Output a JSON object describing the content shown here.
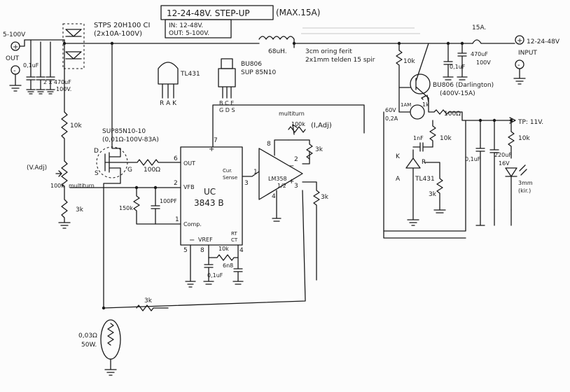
{
  "title": "12-24-48V. STEP-UP",
  "max_current": "(MAX.15A)",
  "specs": {
    "input": "IN: 12-48V.",
    "output": "OUT: 5-100V."
  },
  "diode": {
    "part": "STPS 20H100 CI",
    "spec": "(2x10A-100V)"
  },
  "inductor": {
    "value": "68uH.",
    "note_line1": "3cm oring ferit",
    "note_line2": "2x1mm telden 15 spir"
  },
  "fuse": {
    "value": "15A."
  },
  "input_terminal": {
    "label_line1": "12-24-48V",
    "label_line2": "INPUT",
    "plus": "+",
    "minus": "-"
  },
  "output_terminal": {
    "voltage": "5-100V",
    "label": "OUT",
    "plus": "+",
    "minus": "-"
  },
  "pinout": {
    "tl431_label": "TL431",
    "tl431_pins": "R A K",
    "bu806_label": "BU806",
    "sup_label": "SUP 85N10",
    "bu806_pins": "B C E",
    "sup_pins": "G D S"
  },
  "out_caps": {
    "c1": "0,1uF",
    "c2": "2 x 470uF",
    "c2_voltage": "100V."
  },
  "in_caps": {
    "c1": "0,1uF",
    "c2": "470uF",
    "c2_voltage": "100V"
  },
  "mosfet": {
    "part": "SUP85N10-10",
    "spec": "(0,01Ω-100V-83A)",
    "d": "D",
    "g": "G",
    "s": "S"
  },
  "resistors": {
    "r_10k_fb": "10k",
    "r_3k_fb": "3k",
    "r_100_gate": "100Ω",
    "r_150k": "150k",
    "r_10k_osc": "10k",
    "r_3k_cs": "3k",
    "r_3k_sense": "3k",
    "r_3k_opamp": "3k",
    "r_10k_bu": "10k",
    "r_1k": "1k",
    "r_100_e": "100Ω",
    "r_10k_k": "10k",
    "r_3k_tl": "3k",
    "r_10k_tp": "10k",
    "r_100k_pot": "100k"
  },
  "v_adj": {
    "label": "(V.Adj)",
    "pot": "100k",
    "type": "multiturn"
  },
  "i_adj": {
    "label": "(I,Adj)",
    "type": "multiturn",
    "pot": "100k"
  },
  "uc3843": {
    "name_line1": "UC",
    "name_line2": "3843 B",
    "pin_out": "OUT",
    "pin_vfb": "VFB",
    "pin_comp": "Comp.",
    "pin_vref": "VREF",
    "pin_cs_line1": "Cur.",
    "pin_cs_line2": "Sense",
    "pin_rtct_line1": "RT",
    "pin_rtct_line2": "CT",
    "pin6": "6",
    "pin2": "2",
    "pin1": "1",
    "pin7": "7",
    "pin3": "3",
    "pin8": "8",
    "pin5": "5",
    "pin4": "4",
    "plus": "+",
    "minus": "−"
  },
  "caps_misc": {
    "c_100pf": "100PF",
    "c_vref": "0,1uF",
    "c_ct": "6n8",
    "c_1nf": "1nF",
    "c_tp1": "0,1uF",
    "c_tp2": "220uF",
    "c_tp2_v": "16V"
  },
  "lm358": {
    "name": "LM358",
    "unit": "1/2",
    "pin1": "1",
    "pin2": "2",
    "pin3": "3",
    "pin4": "4",
    "pin8": "8",
    "plus": "+",
    "minus": "−"
  },
  "bu806": {
    "label_line1": "BU806 (Darlington)",
    "label_line2": "(400V-15A)"
  },
  "small_transistor": {
    "rating_line1": "60V",
    "rating_line2": "0,2A",
    "tag": "1AM"
  },
  "tl431": {
    "label": "TL431",
    "k": "K",
    "a": "A",
    "r": "R"
  },
  "tp": {
    "label": "TP: 11V."
  },
  "led": {
    "label_line1": "3mm",
    "label_line2": "(kir.)"
  },
  "shunt": {
    "value": "0,03Ω",
    "power": "50W."
  }
}
